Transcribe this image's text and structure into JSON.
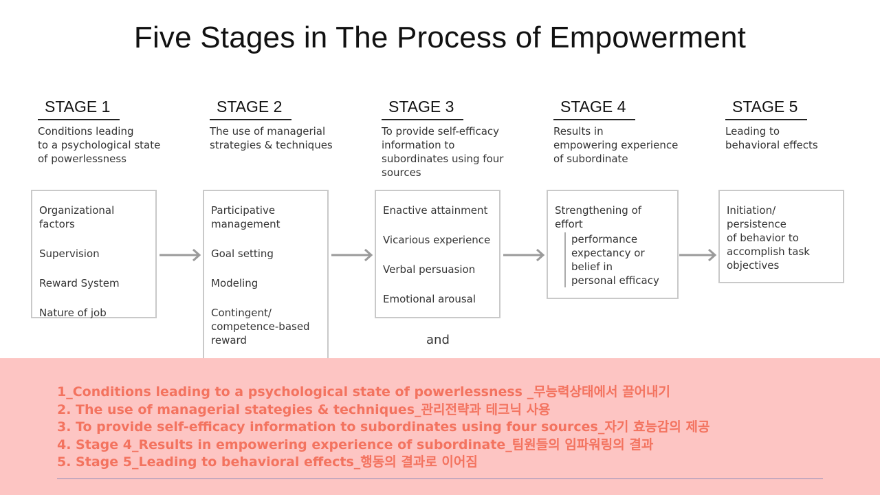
{
  "title": "Five Stages in The Process of Empowerment",
  "stages": [
    {
      "label": "STAGE 1",
      "description": [
        "Conditions leading",
        "to a psychological state",
        "of powerlessness"
      ],
      "box": [
        {
          "text": [
            "Organizational factors"
          ]
        },
        {
          "text": [
            "Supervision"
          ]
        },
        {
          "text": [
            "Reward System"
          ]
        },
        {
          "text": [
            "Nature of job"
          ]
        }
      ]
    },
    {
      "label": "STAGE 2",
      "description": [
        "The use of managerial",
        "strategies & techniques"
      ],
      "box": [
        {
          "text": [
            "Participative",
            "management"
          ]
        },
        {
          "text": [
            "Goal setting"
          ]
        },
        {
          "text": [
            "Modeling"
          ]
        },
        {
          "text": [
            "Contingent/",
            "competence-based",
            "reward"
          ]
        }
      ]
    },
    {
      "label": "STAGE 3",
      "description": [
        "To provide self-efficacy",
        "information to",
        "subordinates using four",
        "sources"
      ],
      "box": [
        {
          "text": [
            "Enactive attainment"
          ]
        },
        {
          "text": [
            "Vicarious experience"
          ]
        },
        {
          "text": [
            "Verbal persuasion"
          ]
        },
        {
          "text": [
            "Emotional arousal"
          ]
        }
      ]
    },
    {
      "label": "STAGE 4",
      "description": [
        "Results in",
        "empowering experience",
        "of subordinate"
      ],
      "box": [
        {
          "text": [
            "Strengthening of effort"
          ],
          "sub": [
            "performance",
            "expectancy or",
            "belief in",
            "personal efficacy"
          ]
        }
      ]
    },
    {
      "label": "STAGE 5",
      "description": [
        "Leading to",
        "behavioral effects"
      ],
      "box": [
        {
          "text": [
            "Initiation/",
            "persistence",
            "of behavior to",
            "accomplish task",
            "objectives"
          ]
        }
      ]
    }
  ],
  "and_text": "and",
  "notes": [
    "1_Conditions leading to a psychological state of powerlessness _무능력상태에서 끌어내기",
    "2. The use of managerial stategies & techniques_관리전략과 테크닉 사용",
    "3. To provide self-efficacy information to subordinates using four sources_자기 효능감의 제공",
    "4. Stage 4_Results in empowering experience of subordinate_팀원들의 임파워링의 결과",
    "5. Stage 5_Leading to behavioral effects_행동의 결과로 이어짐"
  ],
  "colors": {
    "notes_background": "#fdc5c3",
    "notes_text": "#f3735f",
    "box_border": "#c9c9c9",
    "arrow": "#9a9a9a"
  }
}
